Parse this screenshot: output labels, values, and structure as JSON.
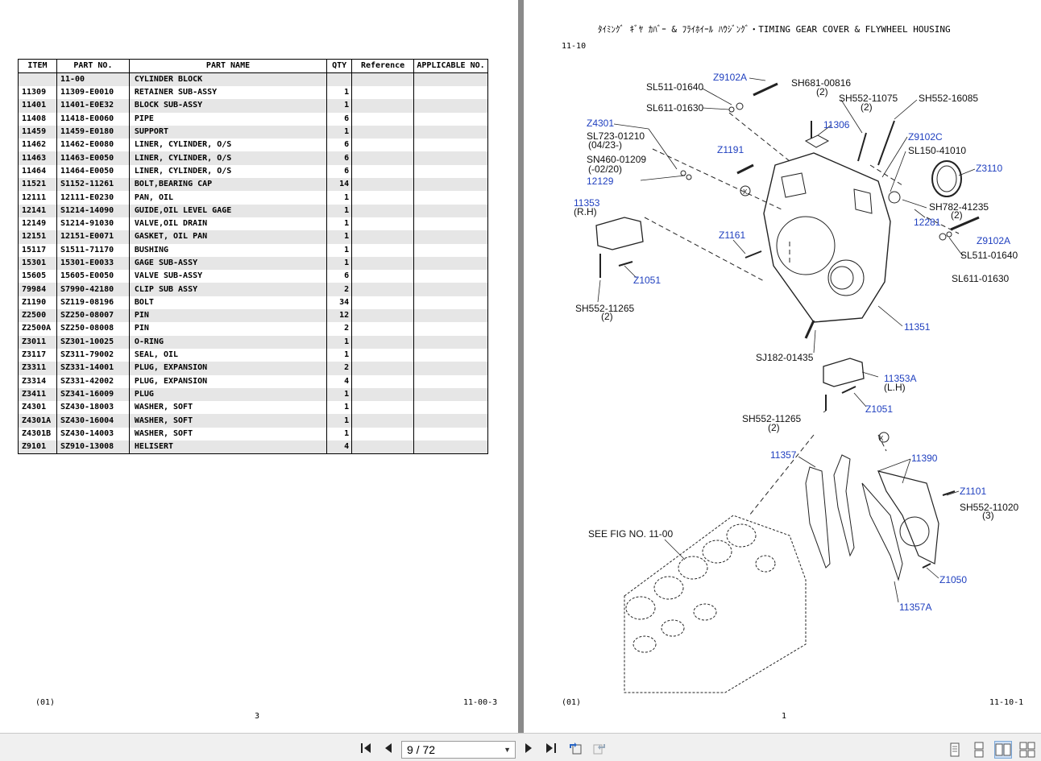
{
  "left_page": {
    "headers": [
      "ITEM",
      "PART NO.",
      "PART NAME",
      "QTY",
      "Reference",
      "APPLICABLE NO."
    ],
    "rows": [
      {
        "item": "",
        "part_no": "11-00",
        "name": "CYLINDER BLOCK",
        "qty": ""
      },
      {
        "item": "11309",
        "part_no": "11309-E0010",
        "name": "RETAINER SUB-ASSY",
        "qty": "1"
      },
      {
        "item": "11401",
        "part_no": "11401-E0E32",
        "name": "BLOCK SUB-ASSY",
        "qty": "1"
      },
      {
        "item": "11408",
        "part_no": "11418-E0060",
        "name": "PIPE",
        "qty": "6"
      },
      {
        "item": "11459",
        "part_no": "11459-E0180",
        "name": "SUPPORT",
        "qty": "1"
      },
      {
        "item": "11462",
        "part_no": "11462-E0080",
        "name": "LINER, CYLINDER, O/S",
        "qty": "6"
      },
      {
        "item": "11463",
        "part_no": "11463-E0050",
        "name": "LINER, CYLINDER, O/S",
        "qty": "6"
      },
      {
        "item": "11464",
        "part_no": "11464-E0050",
        "name": "LINER, CYLINDER, O/S",
        "qty": "6"
      },
      {
        "item": "11521",
        "part_no": "S1152-11261",
        "name": "BOLT,BEARING CAP",
        "qty": "14"
      },
      {
        "item": "12111",
        "part_no": "12111-E0230",
        "name": "PAN, OIL",
        "qty": "1"
      },
      {
        "item": "12141",
        "part_no": "S1214-14090",
        "name": "GUIDE,OIL LEVEL GAGE",
        "qty": "1"
      },
      {
        "item": "12149",
        "part_no": "S1214-91030",
        "name": "VALVE,OIL DRAIN",
        "qty": "1"
      },
      {
        "item": "12151",
        "part_no": "12151-E0071",
        "name": "GASKET, OIL PAN",
        "qty": "1"
      },
      {
        "item": "15117",
        "part_no": "S1511-71170",
        "name": "BUSHING",
        "qty": "1"
      },
      {
        "item": "15301",
        "part_no": "15301-E0033",
        "name": "GAGE SUB-ASSY",
        "qty": "1"
      },
      {
        "item": "15605",
        "part_no": "15605-E0050",
        "name": "VALVE SUB-ASSY",
        "qty": "6"
      },
      {
        "item": "79984",
        "part_no": "S7990-42180",
        "name": "CLIP SUB ASSY",
        "qty": "2"
      },
      {
        "item": "Z1190",
        "part_no": "SZ119-08196",
        "name": "BOLT",
        "qty": "34"
      },
      {
        "item": "Z2500",
        "part_no": "SZ250-08007",
        "name": "PIN",
        "qty": "12"
      },
      {
        "item": "Z2500A",
        "part_no": "SZ250-08008",
        "name": "PIN",
        "qty": "2"
      },
      {
        "item": "Z3011",
        "part_no": "SZ301-10025",
        "name": "O-RING",
        "qty": "1"
      },
      {
        "item": "Z3117",
        "part_no": "SZ311-79002",
        "name": "SEAL, OIL",
        "qty": "1"
      },
      {
        "item": "Z3311",
        "part_no": "SZ331-14001",
        "name": "PLUG, EXPANSION",
        "qty": "2"
      },
      {
        "item": "Z3314",
        "part_no": "SZ331-42002",
        "name": "PLUG, EXPANSION",
        "qty": "4"
      },
      {
        "item": "Z3411",
        "part_no": "SZ341-16009",
        "name": "PLUG",
        "qty": "1"
      },
      {
        "item": "Z4301",
        "part_no": "SZ430-18003",
        "name": "WASHER, SOFT",
        "qty": "1"
      },
      {
        "item": "Z4301A",
        "part_no": "SZ430-16004",
        "name": "WASHER, SOFT",
        "qty": "1"
      },
      {
        "item": "Z4301B",
        "part_no": "SZ430-14003",
        "name": "WASHER, SOFT",
        "qty": "1"
      },
      {
        "item": "Z9101",
        "part_no": "SZ910-13008",
        "name": "HELISERT",
        "qty": "4"
      }
    ],
    "footer_left": "(01)",
    "footer_center": "3",
    "footer_right": "11-00-3"
  },
  "right_page": {
    "title": "ﾀｲﾐﾝｸﾞ ｷﾞﾔ ｶﾊﾞｰ & ﾌﾗｲﾎｲｰﾙ ﾊｳｼﾞﾝｸﾞ・TIMING GEAR COVER & FLYWHEEL HOUSING",
    "code": "11-10",
    "labels": {
      "z9102a_top": "Z9102A",
      "sh681": "SH681-00816",
      "sh681_qty": "(2)",
      "sl511_top": "SL511-01640",
      "sh552_11075": "SH552-11075",
      "sh552_11075_qty": "(2)",
      "sh552_16085": "SH552-16085",
      "sl611_top": "SL611-01630",
      "p11306": "11306",
      "z4301": "Z4301",
      "z9102c": "Z9102C",
      "sl723": "SL723-01210",
      "sl723_note": "(04/23-)",
      "sl150": "SL150-41010",
      "z1191": "Z1191",
      "sn460": "SN460-01209",
      "sn460_note": "(-02/20)",
      "z3110": "Z3110",
      "p12129": "12129",
      "x_mark": "X",
      "p11353": "11353",
      "p11353_side": "(R.H)",
      "sh782": "SH782-41235",
      "sh782_qty": "(2)",
      "p12281": "12281",
      "z1161": "Z1161",
      "z9102a_right": "Z9102A",
      "sl511_right": "SL511-01640",
      "z1051_a": "Z1051",
      "sl611_right": "SL611-01630",
      "sh552_11265_a": "SH552-11265",
      "sh552_11265_a_qty": "(2)",
      "p11351": "11351",
      "sj182": "SJ182-01435",
      "p11353a": "11353A",
      "p11353a_side": "(L.H)",
      "z1051_b": "Z1051",
      "sh552_11265_b": "SH552-11265",
      "sh552_11265_b_qty": "(2)",
      "p11357": "11357",
      "p11390": "11390",
      "z1101": "Z1101",
      "sh552_11020": "SH552-11020",
      "sh552_11020_qty": "(3)",
      "see_fig": "SEE FIG NO. 11-00",
      "z1050": "Z1050",
      "p11357a": "11357A"
    },
    "footer_left": "(01)",
    "footer_center": "1",
    "footer_right": "11-10-1"
  },
  "toolbar": {
    "page_indicator": "9 / 72",
    "first_icon": "first-page-icon",
    "prev_icon": "previous-page-icon",
    "next_icon": "next-page-icon",
    "last_icon": "last-page-icon"
  }
}
